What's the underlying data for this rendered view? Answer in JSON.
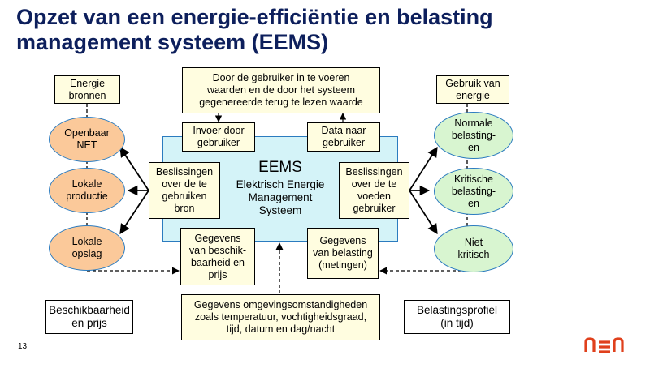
{
  "title": "Opzet van een energie-efficiëntie en belasting management systeem (EEMS)",
  "page_number": "13",
  "logo_text": "nen",
  "eems": {
    "title": "EEMS",
    "subtitle": "Elektrisch Energie\nManagement\nSysteem"
  },
  "left": {
    "header": "Energie\nbronnen",
    "sources": [
      "Openbaar\nNET",
      "Lokale\nproductie",
      "Lokale\nopslag"
    ],
    "availability": "Beschikbaarheid\nen prijs"
  },
  "right": {
    "header": "Gebruik van\nenergie",
    "loads": [
      "Normale\nbelasting-\nen",
      "Kritische\nbelasting-\nen",
      "Niet\nkritisch"
    ],
    "profile": "Belastingsprofiel\n(in tijd)"
  },
  "top_box": "Door de gebruiker in te voeren\nwaarden en de door het systeem\ngegenereerde terug te lezen waarde",
  "input_box": "Invoer door\ngebruiker",
  "output_box": "Data naar\ngebruiker",
  "decision_source": "Beslissingen\nover de te\ngebruiken\nbron",
  "decision_load": "Beslissingen\nover de te\nvoeden\ngebruiker",
  "avail_data": "Gegevens\nvan beschik-\nbaarheid en\nprijs",
  "load_data": "Gegevens\nvan belasting\n(metingen)",
  "env_data": "Gegevens omgevingsomstandigheden\nzoals temperatuur, vochtigheidsgraad,\ntijd, datum en dag/nacht",
  "colors": {
    "title": "#0d1f5c",
    "eems_fill": "#d4f3f8",
    "box_fill": "#fffde0",
    "source_fill": "#fbc99a",
    "load_fill": "#d8f5d0",
    "logo": "#e0401c"
  }
}
